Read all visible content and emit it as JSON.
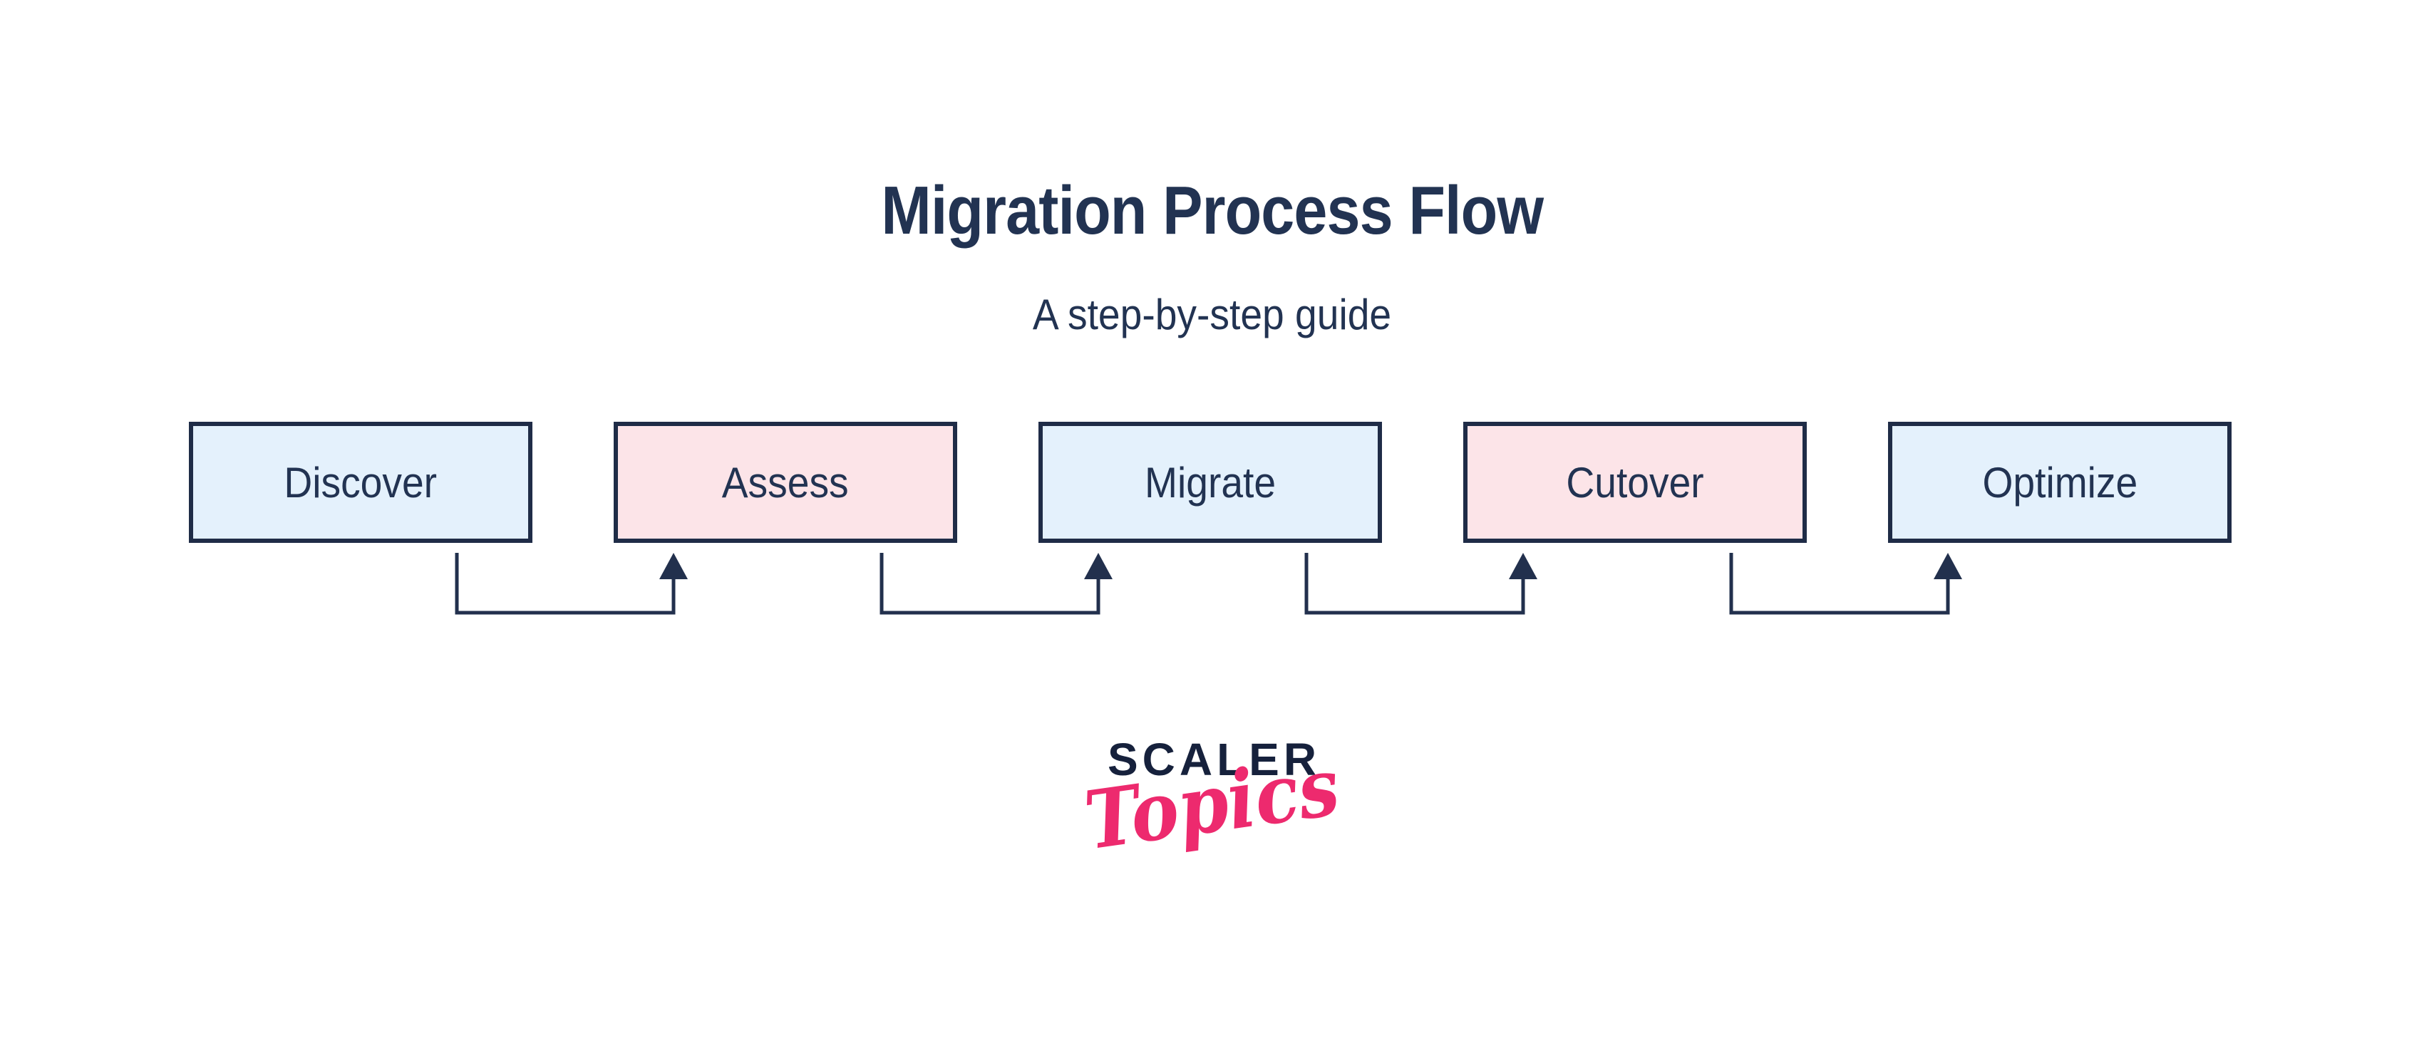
{
  "title": {
    "text": "Migration Process Flow"
  },
  "subtitle": {
    "text": "A step-by-step guide"
  },
  "steps": [
    {
      "label": "Discover",
      "fill": "blue"
    },
    {
      "label": "Assess",
      "fill": "pink"
    },
    {
      "label": "Migrate",
      "fill": "blue"
    },
    {
      "label": "Cutover",
      "fill": "pink"
    },
    {
      "label": "Optimize",
      "fill": "blue"
    }
  ],
  "logo": {
    "brand": "SCALER",
    "sub": "Topics"
  },
  "colors": {
    "navy_text": "#223352",
    "box_border": "#1f2c47",
    "box_fill_blue": "#e4f1fc",
    "box_fill_pink": "#fce4e8",
    "connector": "#22304d",
    "logo_navy": "#16213c",
    "logo_pink": "#ed2a6e",
    "background": "#ffffff"
  }
}
